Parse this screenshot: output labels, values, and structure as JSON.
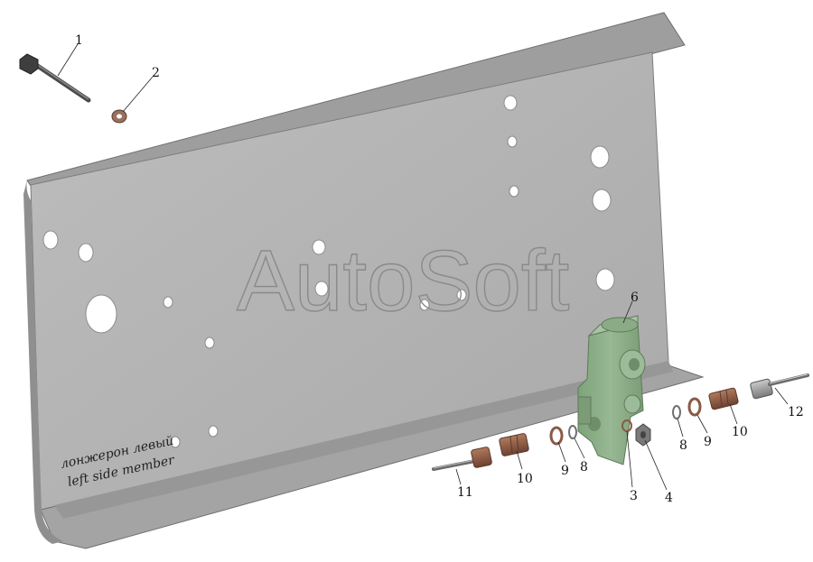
{
  "watermark": "AutoSoft",
  "member_label": {
    "ru": "лонжерон левый",
    "en": "left side member"
  },
  "callouts": {
    "c1": "1",
    "c2": "2",
    "c3": "3",
    "c4": "4",
    "c6": "6",
    "c8a": "8",
    "c8b": "8",
    "c9a": "9",
    "c9b": "9",
    "c10a": "10",
    "c10b": "10",
    "c11": "11",
    "c12": "12"
  },
  "colors": {
    "frame_face": "#b4b4b4",
    "frame_top": "#9c9c9c",
    "frame_edge": "#7d7d7d",
    "hole": "#ffffff",
    "valve": "#8fb08b",
    "valve_dark": "#6e8d6a",
    "bronze": "#8a5a44",
    "steel": "#8b8b8b"
  }
}
